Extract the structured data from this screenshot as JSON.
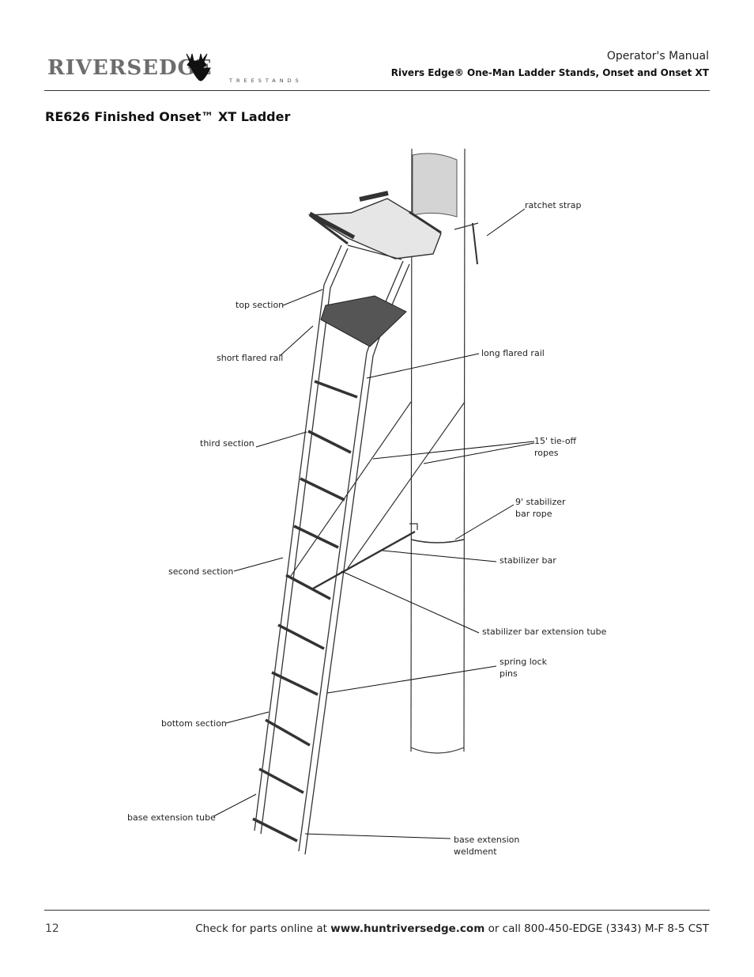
{
  "header": {
    "brand_main": "RIVERSEDGE",
    "brand_sub": "TREESTANDS",
    "title": "Operator's Manual",
    "subtitle": "Rivers Edge® One-Man Ladder Stands, Onset and Onset  XT"
  },
  "section": {
    "heading": "RE626 Finished Onset™ XT Ladder"
  },
  "labels": {
    "ratchet_strap": "ratchet strap",
    "top_section": "top section",
    "short_flared_rail": "short flared rail",
    "long_flared_rail": "long flared rail",
    "third_section": "third section",
    "tie_off_ropes_1": "15' tie-off",
    "tie_off_ropes_2": "ropes",
    "stabilizer_rope_1": "9' stabilizer",
    "stabilizer_rope_2": "bar rope",
    "stabilizer_bar": "stabilizer bar",
    "second_section": "second section",
    "stabilizer_extension": "stabilizer bar extension tube",
    "spring_lock_1": "spring lock",
    "spring_lock_2": "pins",
    "bottom_section": "bottom section",
    "base_extension_tube": "base extension tube",
    "base_weldment_1": "base extension",
    "base_weldment_2": "weldment"
  },
  "footer": {
    "page_number": "12",
    "text_before": "Check for parts online at ",
    "url": "www.huntriversedge.com",
    "text_after": " or call 800-450-EDGE (3343) M-F 8-5 CST"
  }
}
